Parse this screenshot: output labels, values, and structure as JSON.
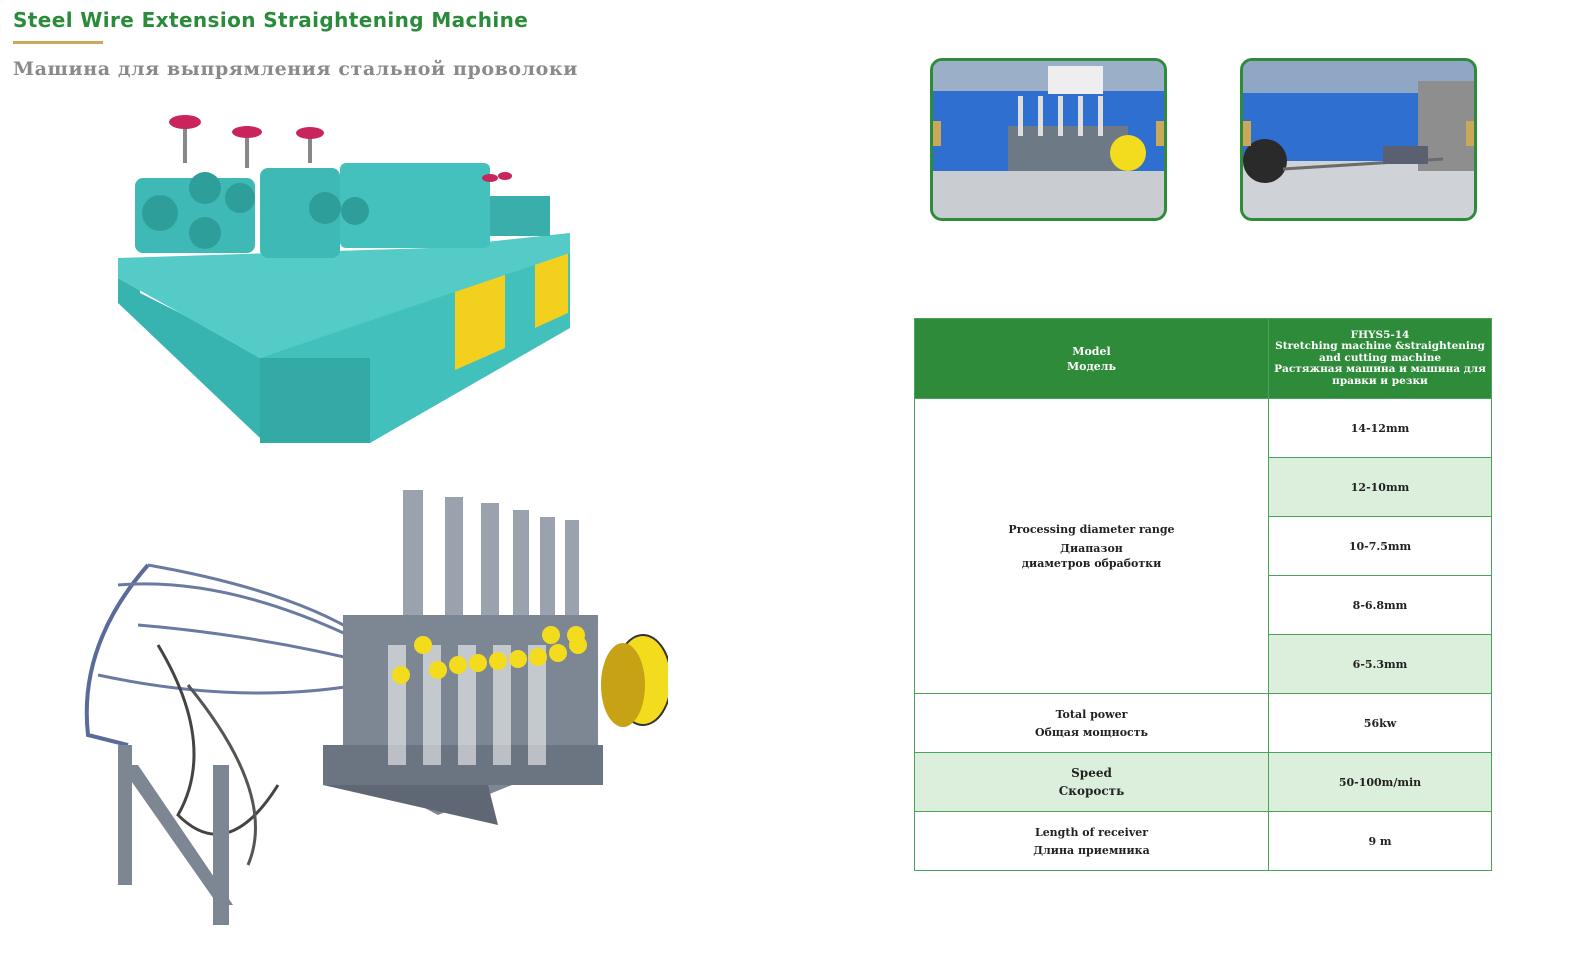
{
  "header": {
    "title_en": "Steel Wire Extension Straightening Machine",
    "title_ru": "Машина для выпрямления стальной проволоки"
  },
  "images": {
    "machine_top": "teal-straightening-machine",
    "machine_bottom": "grey-extension-machine-with-wire-coil",
    "factory_left": "factory-photo-machine-installed",
    "factory_right": "factory-photo-wire-coil-line"
  },
  "colors": {
    "accent_green": "#2e8b3a",
    "title_green": "#2a8b3a",
    "gold_rule": "#c9a959",
    "row_shade": "#dcefdc",
    "machine_teal": "#3bbcb9",
    "machine_grey": "#7d8793",
    "yellow": "#f3dc1e"
  },
  "spec_table": {
    "header": {
      "label_en": "Model",
      "label_ru": "Модель",
      "model_code": "FHYS5-14",
      "model_desc_en_1": "Stretching machine &straightening",
      "model_desc_en_2": "and cutting machine",
      "model_desc_ru_1": "Растяжная машина и машина для",
      "model_desc_ru_2": "правки и резки"
    },
    "diameter": {
      "label_en": "Processing diameter range",
      "label_ru_1": "Диапазон",
      "label_ru_2": "диаметров обработки",
      "values": [
        "14-12mm",
        "12-10mm",
        "10-7.5mm",
        "8-6.8mm",
        "6-5.3mm"
      ]
    },
    "power": {
      "label_en": "Total power",
      "label_ru": "Общая мощность",
      "value": "56kw"
    },
    "speed": {
      "label_en": "Speed",
      "label_ru": "Скорость",
      "value": "50-100m/min"
    },
    "receiver": {
      "label_en": "Length of receiver",
      "label_ru": "Длина приемника",
      "value": "9 m"
    }
  }
}
